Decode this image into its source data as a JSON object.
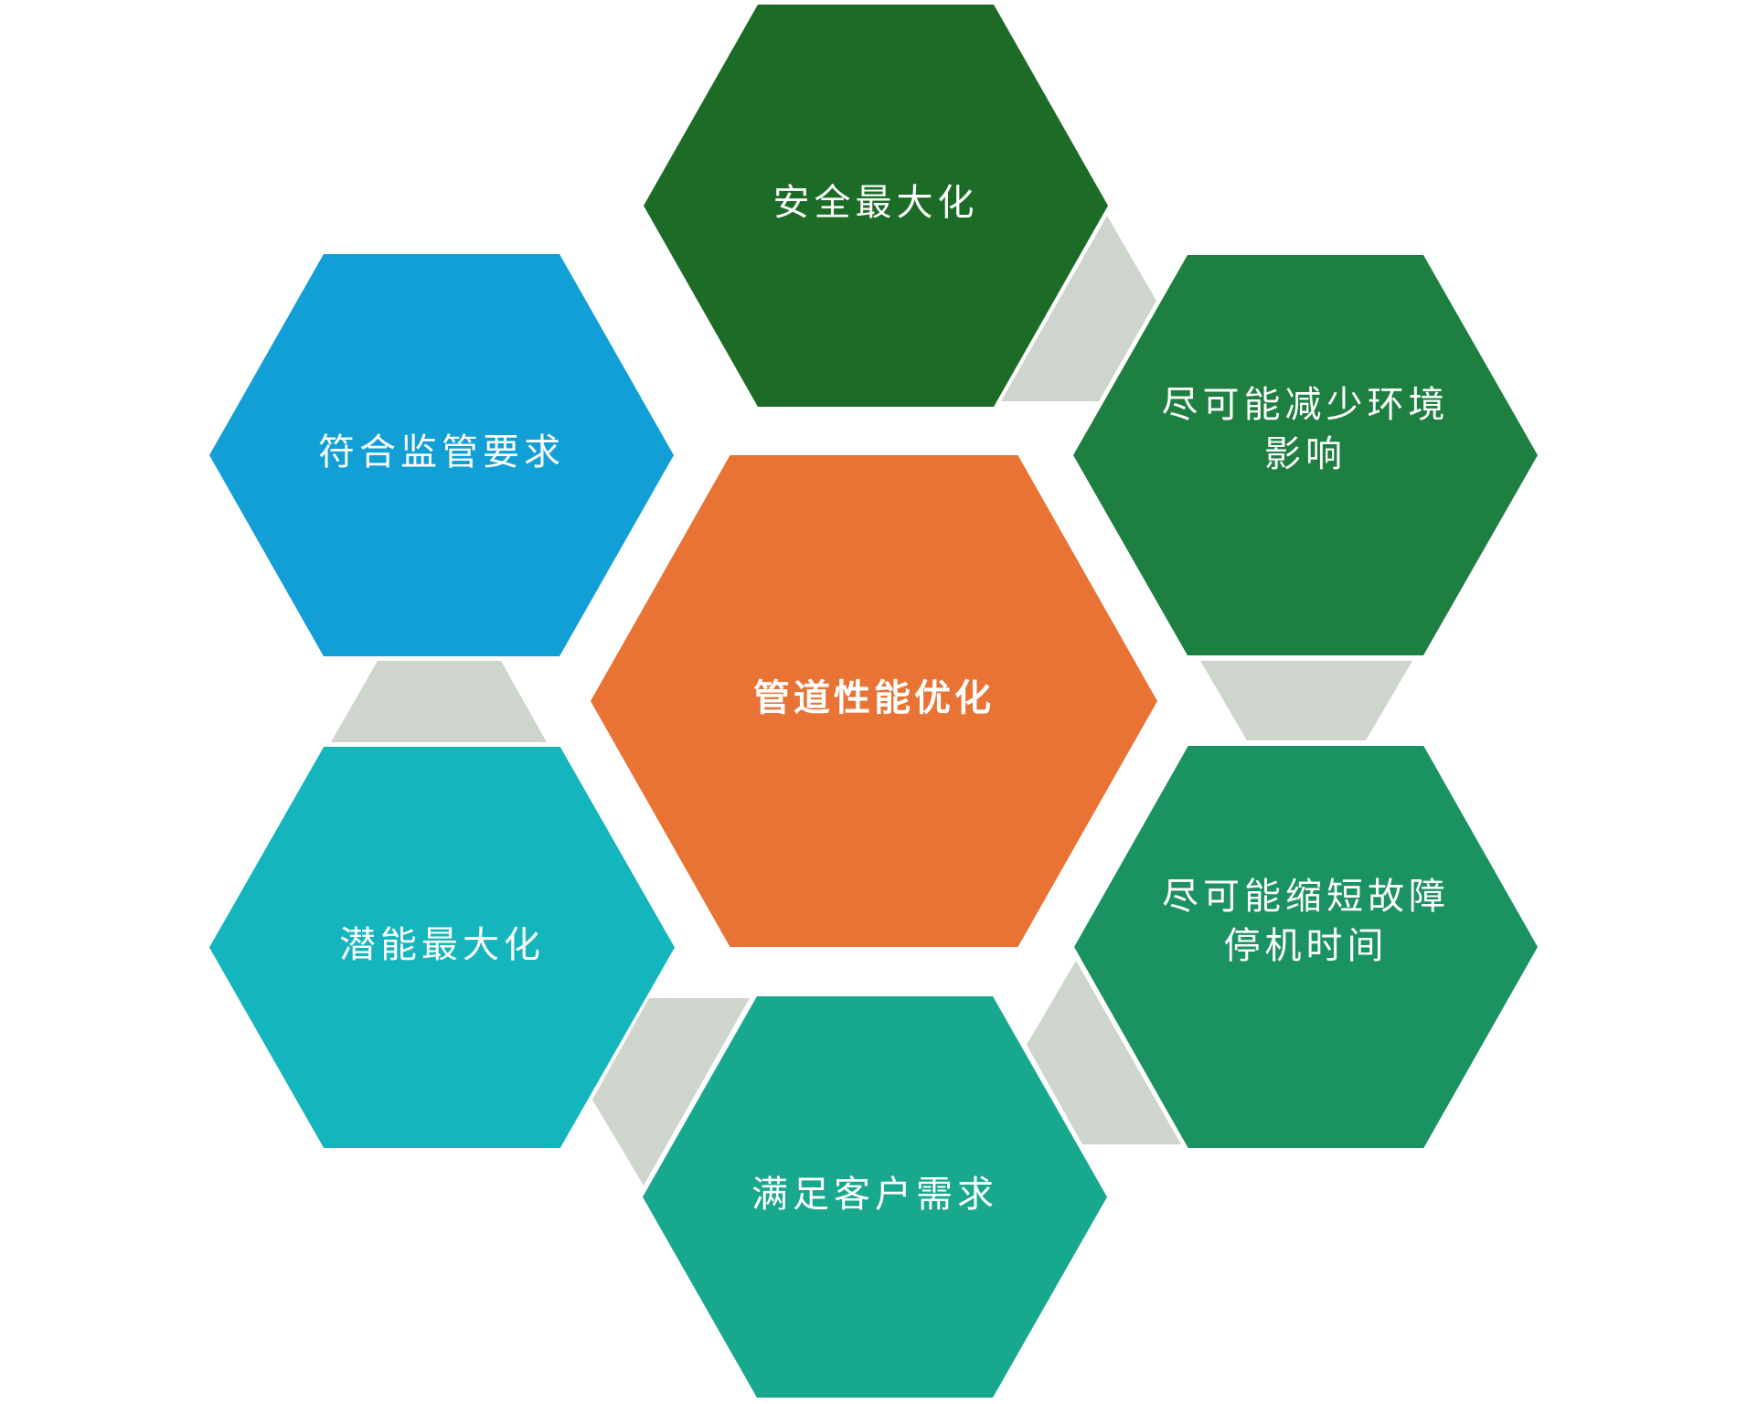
{
  "diagram": {
    "center": {
      "label": "管道性能优化",
      "color": "#e87335"
    },
    "nodes": [
      {
        "id": "top",
        "label": "安全最大化",
        "color": "#1c6b27"
      },
      {
        "id": "top-right",
        "label": "尽可能减少环境影响",
        "color": "#1d7f40"
      },
      {
        "id": "bottom-right",
        "label": "尽可能缩短故障停机时间",
        "color": "#1a9262"
      },
      {
        "id": "bottom",
        "label": "满足客户需求",
        "color": "#18a88e"
      },
      {
        "id": "bottom-left",
        "label": "潜能最大化",
        "color": "#15b5be"
      },
      {
        "id": "top-left",
        "label": "符合监管要求",
        "color": "#129fd6"
      }
    ],
    "connector_color": "#cdd5cc"
  }
}
